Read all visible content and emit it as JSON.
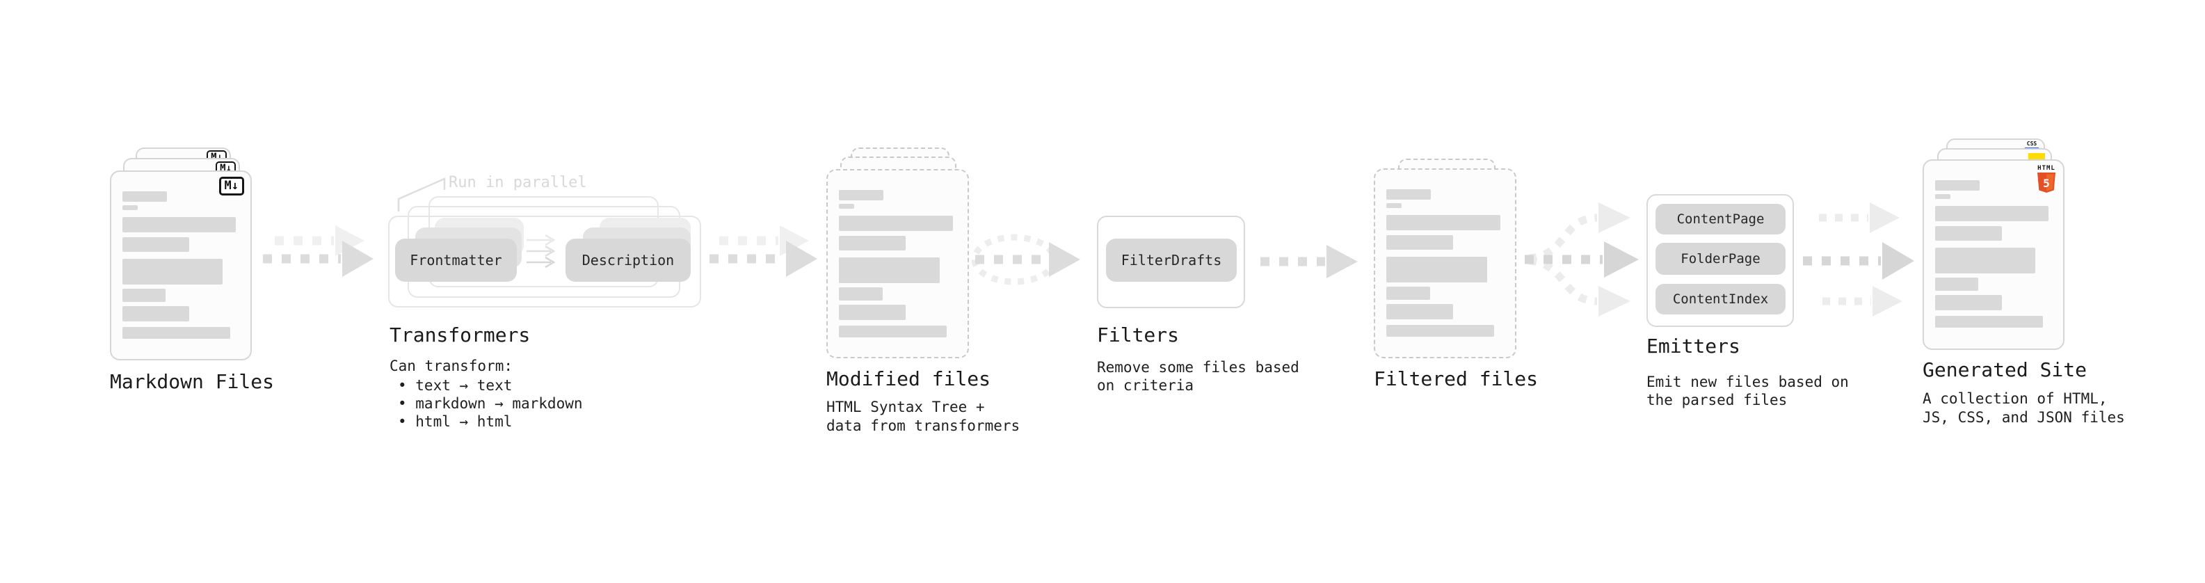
{
  "stages": {
    "markdown_files": {
      "title": "Markdown Files"
    },
    "transformers": {
      "title": "Transformers",
      "annotation": "Run in parallel",
      "buttons": {
        "frontmatter": "Frontmatter",
        "description": "Description"
      },
      "intro": "Can transform:",
      "bullets": [
        "• text → text",
        "• markdown → markdown",
        "• html → html"
      ]
    },
    "modified_files": {
      "title": "Modified files",
      "desc": [
        "HTML Syntax Tree +",
        "data from transformers"
      ]
    },
    "filters": {
      "title": "Filters",
      "buttons": {
        "filter_drafts": "FilterDrafts"
      },
      "desc": [
        "Remove some files based",
        "on criteria"
      ]
    },
    "filtered_files": {
      "title": "Filtered files"
    },
    "emitters": {
      "title": "Emitters",
      "buttons": {
        "content_page": "ContentPage",
        "folder_page": "FolderPage",
        "content_index": "ContentIndex"
      },
      "desc": [
        "Emit new files based on",
        "the parsed files"
      ]
    },
    "generated_site": {
      "title": "Generated Site",
      "desc": [
        "A collection of HTML,",
        "JS, CSS, and JSON files"
      ]
    }
  },
  "icons": {
    "markdown_badge": "M↓",
    "html5_word": "HTML",
    "html5_number": "5",
    "css_word": "CSS"
  },
  "colors": {
    "skeleton_gray": "#d9d9d9",
    "arrow_gray": "#dcdcdc",
    "accent_html5_orange": "#e34f26",
    "accent_js_yellow": "#ffdd00",
    "accent_css_blue": "#2965f1"
  }
}
